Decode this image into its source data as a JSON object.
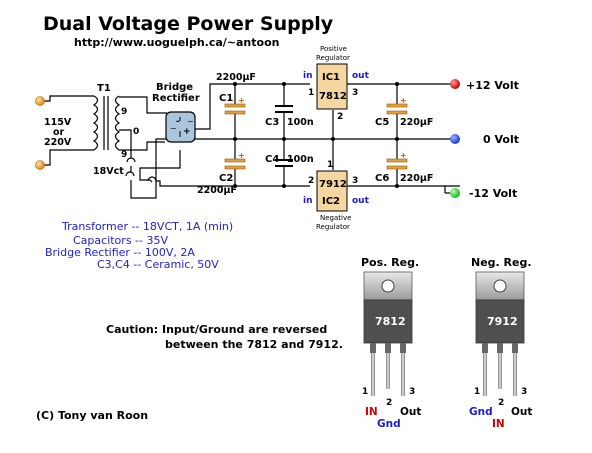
{
  "title": "Dual Voltage Power Supply",
  "url": "http://www.uoguelph.ca/~antoon",
  "labels": {
    "bridge_line1": "Bridge",
    "bridge_line2": "Rectifier",
    "t1": "T1",
    "sec_top": "9",
    "sec_ct": "0",
    "sec_bot": "9",
    "vct": "18Vct",
    "mains1": "115V",
    "mains2": "or",
    "mains3": "220V",
    "c1_value": "2200µF",
    "c1": "C1",
    "c2": "C2",
    "c2_value": "2200µF",
    "c3": "C3",
    "c3_value": "100n",
    "c4": "C4",
    "c4_value": "100n",
    "c5": "C5",
    "c5_value": "220µF",
    "c6": "C6",
    "c6_value": "220µF",
    "pos_reg_line1": "Positive",
    "pos_reg_line2": "Regulator",
    "neg_reg_line1": "Negative",
    "neg_reg_line2": "Regulator",
    "ic1": "IC1",
    "ic1_part": "7812",
    "ic2": "IC2",
    "ic2_part": "7912",
    "in_top": "in",
    "out_top": "out",
    "in_bot": "in",
    "out_bot": "out",
    "pin1_top": "1",
    "pin3_top": "3",
    "pin2_top": "2",
    "pin1_bot": "1",
    "pin2_bot": "2",
    "pin3_bot": "3",
    "plus12": "+12 Volt",
    "zero": "0 Volt",
    "minus12": "-12 Volt"
  },
  "specs": [
    "Transformer -- 18VCT, 1A (min)",
    "Capacitors -- 35V",
    "Bridge Rectifier -- 100V, 2A",
    "C3,C4 -- Ceramic, 50V"
  ],
  "caution_line1": "Caution: Input/Ground  are reversed",
  "caution_line2": "between the 7812 and 7912.",
  "copyright": "(C) Tony van Roon",
  "pos_pkg": {
    "heading": "Pos. Reg.",
    "part": "7812",
    "pin1": "1",
    "pin2": "2",
    "pin3": "3",
    "lbl1": "IN",
    "lbl2": "Gnd",
    "lbl3": "Out"
  },
  "neg_pkg": {
    "heading": "Neg. Reg.",
    "part": "7912",
    "pin1": "1",
    "pin2": "2",
    "pin3": "3",
    "lbl1": "Gnd",
    "lbl2": "IN",
    "lbl3": "Out"
  },
  "colors": {
    "plus_terminal": "#dd0000",
    "zero_terminal": "#2244dd",
    "minus_terminal": "#22cc22",
    "ic_fill": "#f5d5a0",
    "cap_orange": "#e6a23a",
    "spec_blue": "#2222cc",
    "in_red": "#cc0000",
    "out_blue": "#1a1ad0",
    "bridge_fill": "#a9c6dc"
  }
}
